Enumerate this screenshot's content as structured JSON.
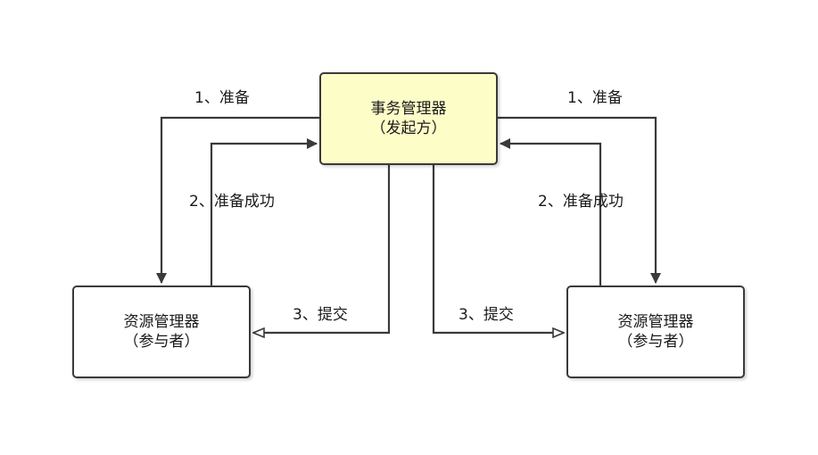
{
  "colors": {
    "coordinator_fill": "#fdfdc8",
    "box_fill": "#ffffff",
    "stroke": "#3a3a3a"
  },
  "coordinator": {
    "title": "事务管理器",
    "subtitle": "（发起方）"
  },
  "participants": [
    {
      "title": "资源管理器",
      "subtitle": "（参与者）"
    },
    {
      "title": "资源管理器",
      "subtitle": "（参与者）"
    }
  ],
  "edges": {
    "prepare_left": "1、准备",
    "prepare_right": "1、准备",
    "prepare_ok_left": "2、准备成功",
    "prepare_ok_right": "2、准备成功",
    "commit_left": "3、提交",
    "commit_right": "3、提交"
  }
}
